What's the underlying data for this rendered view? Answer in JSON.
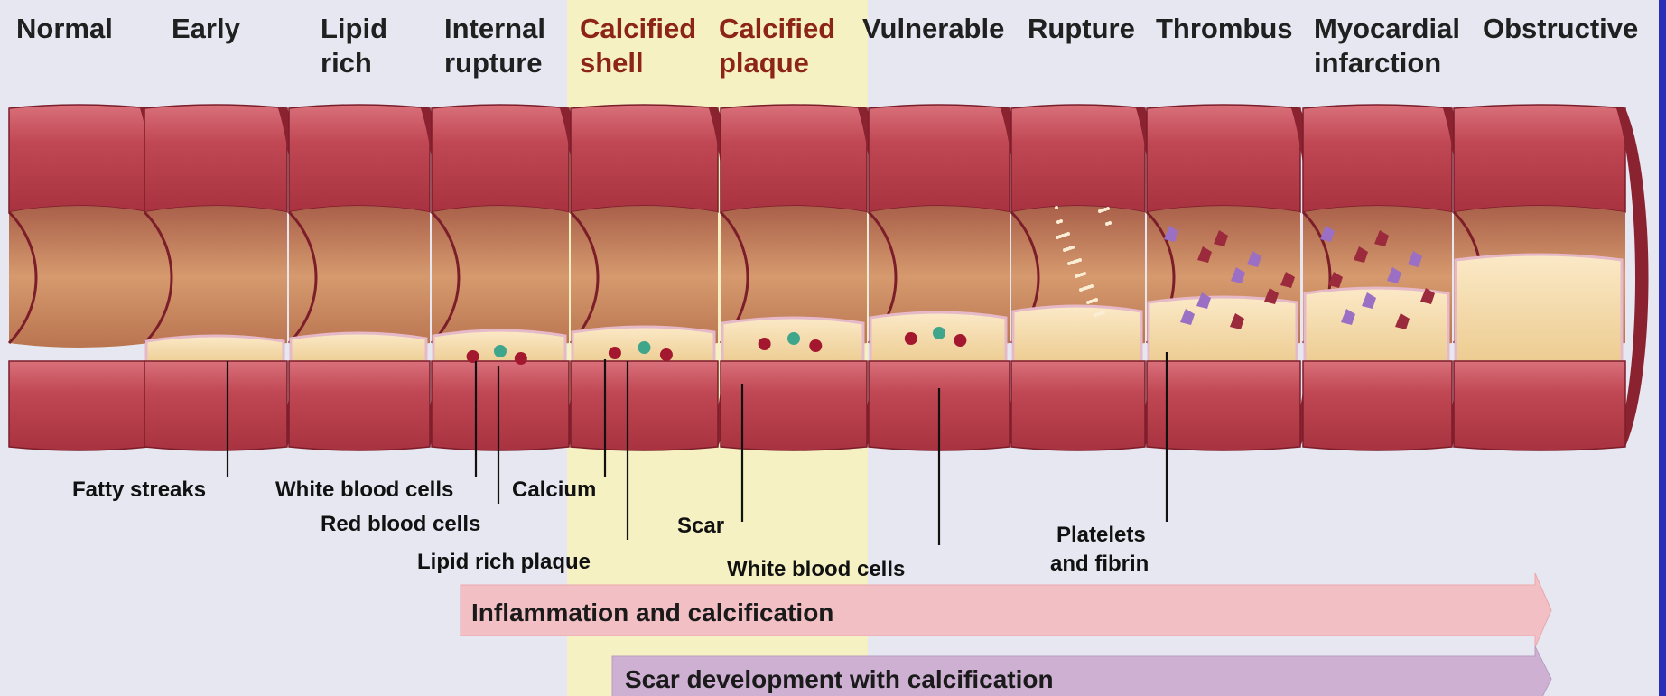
{
  "stages": [
    {
      "id": "normal",
      "line1": "Normal",
      "line2": ""
    },
    {
      "id": "early",
      "line1": "Early",
      "line2": ""
    },
    {
      "id": "lipid-rich",
      "line1": "Lipid",
      "line2": "rich"
    },
    {
      "id": "internal-rupture",
      "line1": "Internal",
      "line2": "rupture"
    },
    {
      "id": "calcified-shell",
      "line1": "Calcified",
      "line2": "shell"
    },
    {
      "id": "calcified-plaque",
      "line1": "Calcified",
      "line2": "plaque"
    },
    {
      "id": "vulnerable",
      "line1": "Vulnerable",
      "line2": ""
    },
    {
      "id": "rupture",
      "line1": "Rupture",
      "line2": ""
    },
    {
      "id": "thrombus",
      "line1": "Thrombus",
      "line2": ""
    },
    {
      "id": "myocardial-infarction",
      "line1": "Myocardial",
      "line2": "infarction"
    },
    {
      "id": "obstructive",
      "line1": "Obstructive",
      "line2": ""
    }
  ],
  "callouts": {
    "fatty_streaks": "Fatty streaks",
    "white_blood_cells_1": "White blood cells",
    "red_blood_cells": "Red blood cells",
    "calcium": "Calcium",
    "lipid_rich_plaque": "Lipid rich plaque",
    "scar": "Scar",
    "white_blood_cells_2": "White blood cells",
    "platelets": "Platelets",
    "and_fibrin": "and fibrin"
  },
  "arrows": {
    "inflammation": "Inflammation and calcification",
    "scar_development": "Scar development with calcification"
  },
  "colors": {
    "background": "#e6e7f0",
    "highlight_band": "#f6f1c2",
    "highlight_text": "#8c2418",
    "vessel_wall": "#c24a56",
    "vessel_dark": "#8a2230",
    "lumen": "#c8845c",
    "plaque": "#f3d9a6",
    "arrow_inflammation": "#f2c0c4",
    "arrow_scar": "#cdb0d2",
    "frame_edge": "#2a2fb8"
  }
}
